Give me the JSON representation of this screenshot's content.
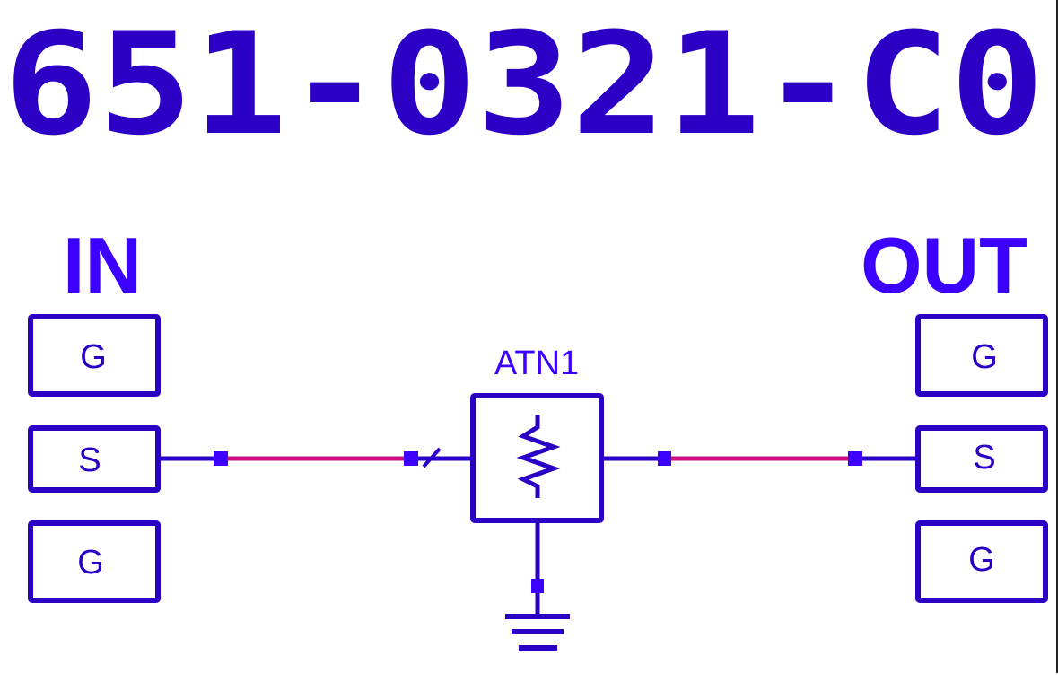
{
  "title": "651-0321-C0",
  "colors": {
    "wire": "#2a00c4",
    "title": "#2d00c6",
    "port_label": "#3b00ff",
    "node": "#3c00ff",
    "line": "#c8107e",
    "border": "#222222"
  },
  "ports": {
    "in": {
      "label": "IN",
      "pins": [
        "G",
        "S",
        "G"
      ]
    },
    "out": {
      "label": "OUT",
      "pins": [
        "G",
        "S",
        "G"
      ]
    }
  },
  "component": {
    "ref": "ATN1",
    "symbol": "resistor-icon"
  }
}
